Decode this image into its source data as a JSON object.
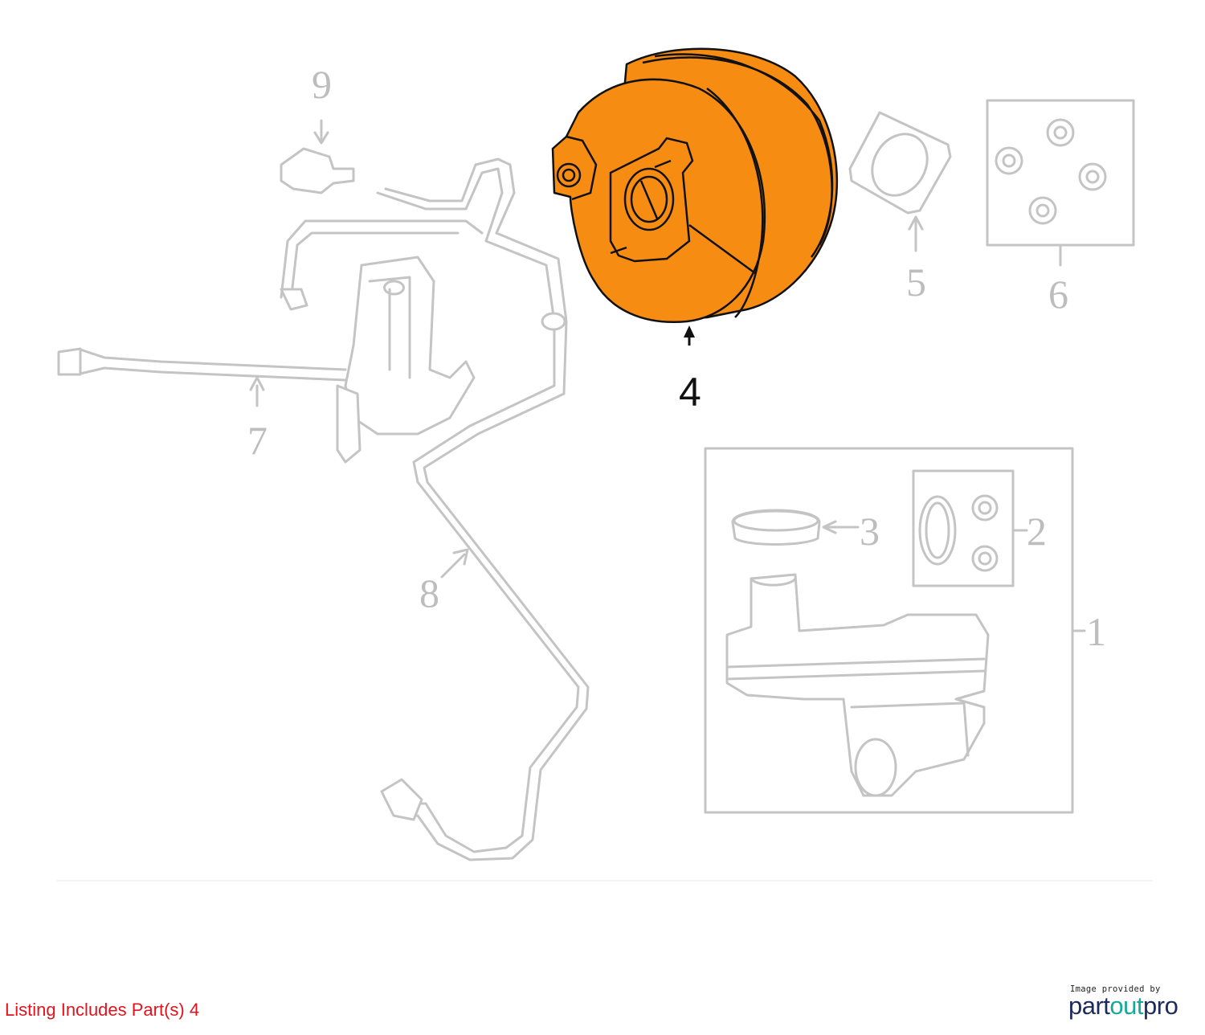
{
  "diagram": {
    "callouts": [
      "1",
      "2",
      "3",
      "4",
      "5",
      "6",
      "7",
      "8",
      "9"
    ],
    "highlighted_part": "4",
    "highlight_color": "#f68d12"
  },
  "footer": {
    "caption": "Listing Includes Part(s) 4",
    "credit": "Image provided by",
    "logo": {
      "part1": "part",
      "part2": "out",
      "part3": "pro"
    }
  }
}
